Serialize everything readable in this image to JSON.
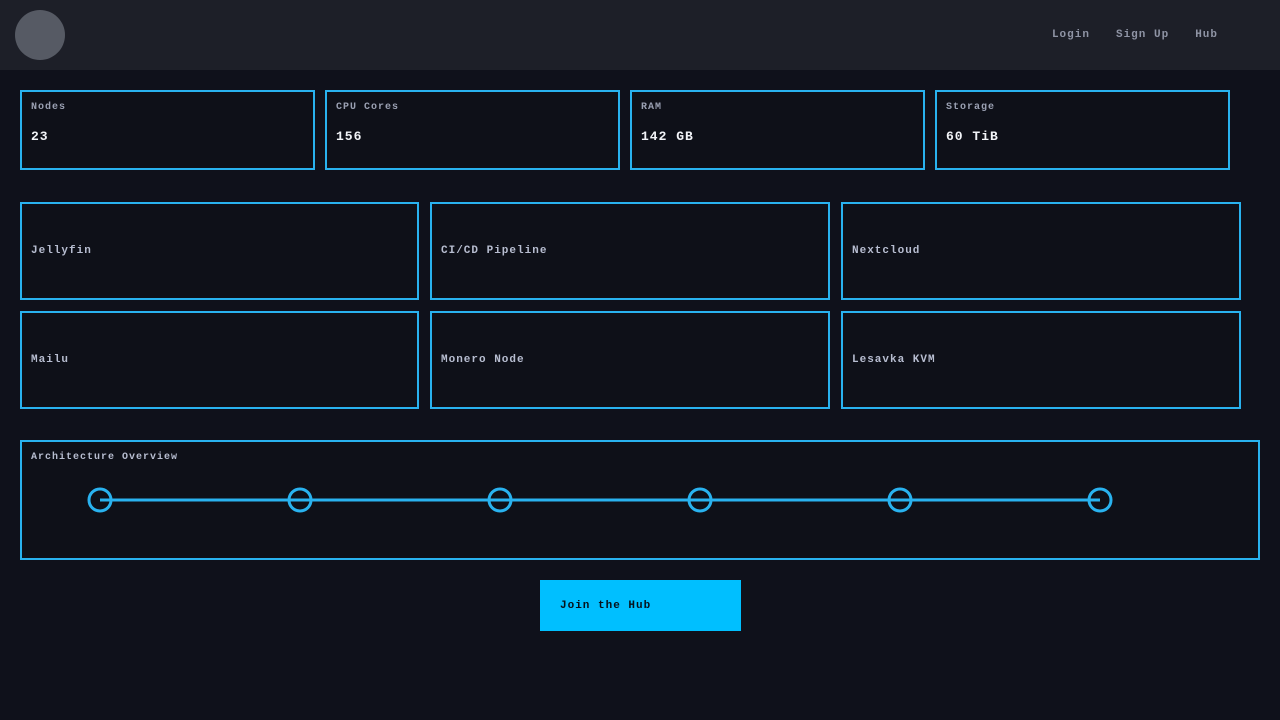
{
  "theme": {
    "accent": "#29b2ef",
    "button_bg": "#00bfff",
    "navbar_bg": "#1d1f28",
    "page_bg": "#0f111b",
    "card_bg": "#0e1018"
  },
  "navbar": {
    "links": [
      {
        "label": "Login"
      },
      {
        "label": "Sign Up"
      },
      {
        "label": "Hub"
      }
    ]
  },
  "stats": [
    {
      "label": "Nodes",
      "value": "23"
    },
    {
      "label": "CPU Cores",
      "value": "156"
    },
    {
      "label": "RAM",
      "value": "142 GB"
    },
    {
      "label": "Storage",
      "value": "60 TiB"
    }
  ],
  "services": [
    {
      "title": "Jellyfin"
    },
    {
      "title": "CI/CD Pipeline"
    },
    {
      "title": "Nextcloud"
    },
    {
      "title": "Mailu"
    },
    {
      "title": "Monero Node"
    },
    {
      "title": "Lesavka KVM"
    }
  ],
  "architecture": {
    "title": "Architecture Overview",
    "node_count": 6
  },
  "cta": {
    "label": "Join the Hub"
  }
}
